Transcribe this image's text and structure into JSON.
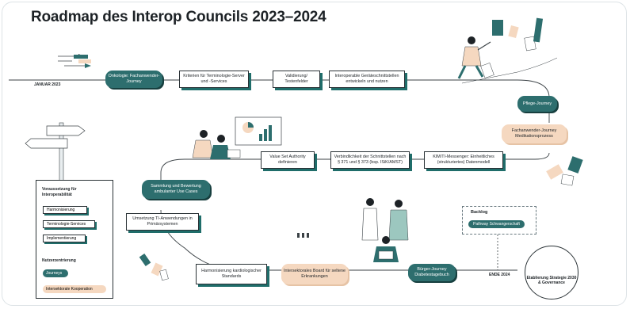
{
  "title": "Roadmap des Interop Councils 2023–2024",
  "markers": {
    "start": "JANUAR 2023",
    "end": "ENDE 2024"
  },
  "nodes": {
    "onkologie": "Onkologie: Fachanwender-Journey",
    "kriterien": "Kriterien für Terminologie-Server und -Services",
    "validierung": "Validierung/ Testenfelder",
    "interoperable": "Interoperable Geräteschnittstellen entwickeln und nutzen",
    "pflege": "Pflege-Journey",
    "medikation": "Fachanwender-Journey Medikationsprozess",
    "kim": "KIM/TI-Messenger: Einheitliches (strukturiertes) Datenmodell",
    "verbindlichkeit": "Verbindlichkeit der Schnittstellen nach § 371 und § 373 (bsp. ISiK/AMST)",
    "value_set": "Value Set Authority definieren",
    "sammlung": "Sammlung und Bewertung ambulanter Use Cases",
    "umsetzung": "Umsetzung TI-Anwendungen in Primärsystemen",
    "harmonisierung_kard": "Harmonisierung kardiologischer Standards",
    "intersektorales": "Intersektorales Board für seltene Erkrankungen",
    "buerger": "Bürger-Journey Diabetestagebuch"
  },
  "legend": {
    "heading1": "Voraussetzung für Interoperabilität",
    "items1": [
      "Harmonisierung",
      "Terminologie-Services",
      "Implementierung"
    ],
    "heading2": "Nutzerzentrierung",
    "items2": [
      "Journeys",
      "Intersektorale Kooperation"
    ]
  },
  "backlog": {
    "title": "Backlog",
    "item": "Pathway Schwangerschaft"
  },
  "end_goal": "Etablierung Strategie 2030 & Governance",
  "colors": {
    "teal": "#2d6e6e",
    "peach": "#f5d8c0",
    "ink": "#1d2226"
  }
}
